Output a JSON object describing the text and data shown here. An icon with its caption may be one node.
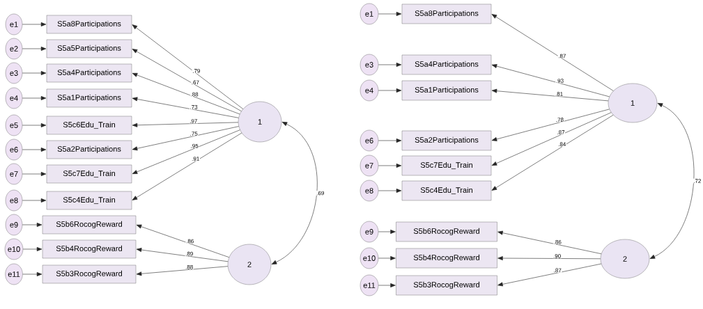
{
  "diagram": {
    "nodes": [
      {
        "text": [
          "e1"
        ]
      },
      {
        "text": [
          "e2"
        ]
      },
      {
        "text": [
          "e3"
        ]
      },
      {
        "text": [
          "e4"
        ]
      },
      {
        "text": [
          "e5"
        ]
      },
      {
        "text": [
          "e6"
        ]
      },
      {
        "text": [
          "e7"
        ]
      },
      {
        "text": [
          "e8"
        ]
      },
      {
        "text": [
          "e9"
        ]
      },
      {
        "text": [
          "e10"
        ]
      },
      {
        "text": [
          "e11"
        ]
      },
      {
        "text": [
          "S5a8Participations"
        ]
      },
      {
        "text": [
          "S5a5Participations"
        ]
      },
      {
        "text": [
          "S5a4Participations"
        ]
      },
      {
        "text": [
          "S5a1Participations"
        ]
      },
      {
        "text": [
          "S5c6Edu_Train"
        ]
      },
      {
        "text": [
          "S5a2Participations"
        ]
      },
      {
        "text": [
          "S5c7Edu_Train"
        ]
      },
      {
        "text": [
          "S5c4Edu_Train"
        ]
      },
      {
        "text": [
          "S5b6RocogReward"
        ]
      },
      {
        "text": [
          "S5b4RocogReward"
        ]
      },
      {
        "text": [
          "S5b3RocogReward"
        ]
      },
      {
        "text": [
          "1"
        ]
      },
      {
        "text": [
          "2"
        ]
      },
      {
        "text": [
          "e1"
        ]
      },
      {
        "text": [
          "e3"
        ]
      },
      {
        "text": [
          "e4"
        ]
      },
      {
        "text": [
          "e6"
        ]
      },
      {
        "text": [
          "e7"
        ]
      },
      {
        "text": [
          "e8"
        ]
      },
      {
        "text": [
          "e9"
        ]
      },
      {
        "text": [
          "e10"
        ]
      },
      {
        "text": [
          "e11"
        ]
      },
      {
        "text": [
          "S5a8Participations"
        ]
      },
      {
        "text": [
          "S5a4Participations"
        ]
      },
      {
        "text": [
          "S5a1Participations"
        ]
      },
      {
        "text": [
          "S5a2Participations"
        ]
      },
      {
        "text": [
          "S5c7Edu_Train"
        ]
      },
      {
        "text": [
          "S5c4Edu_Train"
        ]
      },
      {
        "text": [
          "S5b6RocogReward"
        ]
      },
      {
        "text": [
          "S5b4RocogReward"
        ]
      },
      {
        "text": [
          "S5b3RocogReward"
        ]
      },
      {
        "text": [
          "1"
        ]
      },
      {
        "text": [
          "2"
        ]
      }
    ],
    "edges": [
      {
        "from": 0,
        "to": 11,
        "arrow": "to"
      },
      {
        "from": 1,
        "to": 12,
        "arrow": "to"
      },
      {
        "from": 2,
        "to": 13,
        "arrow": "to"
      },
      {
        "from": 3,
        "to": 14,
        "arrow": "to"
      },
      {
        "from": 4,
        "to": 15,
        "arrow": "to"
      },
      {
        "from": 5,
        "to": 16,
        "arrow": "to"
      },
      {
        "from": 6,
        "to": 17,
        "arrow": "to"
      },
      {
        "from": 7,
        "to": 18,
        "arrow": "to"
      },
      {
        "from": 8,
        "to": 19,
        "arrow": "to"
      },
      {
        "from": 9,
        "to": 20,
        "arrow": "to"
      },
      {
        "from": 10,
        "to": 21,
        "arrow": "to"
      },
      {
        "from": 22,
        "to": 11,
        "arrow": "to",
        "label": ".79"
      },
      {
        "from": 22,
        "to": 12,
        "arrow": "to",
        "label": ".67"
      },
      {
        "from": 22,
        "to": 13,
        "arrow": "to",
        "label": ".88"
      },
      {
        "from": 22,
        "to": 14,
        "arrow": "to",
        "label": ".73"
      },
      {
        "from": 22,
        "to": 15,
        "arrow": "to",
        "label": ".97"
      },
      {
        "from": 22,
        "to": 16,
        "arrow": "to",
        "label": ".75"
      },
      {
        "from": 22,
        "to": 17,
        "arrow": "to",
        "label": ".95"
      },
      {
        "from": 22,
        "to": 18,
        "arrow": "to",
        "label": ".91"
      },
      {
        "from": 23,
        "to": 19,
        "arrow": "to",
        "label": ".86"
      },
      {
        "from": 23,
        "to": 20,
        "arrow": "to",
        "label": ".89"
      },
      {
        "from": 23,
        "to": 21,
        "arrow": "to",
        "label": ".88"
      },
      {
        "from": 22,
        "to": 23,
        "arrow": "both",
        "label": ".69"
      },
      {
        "from": 24,
        "to": 33,
        "arrow": "to"
      },
      {
        "from": 25,
        "to": 34,
        "arrow": "to"
      },
      {
        "from": 26,
        "to": 35,
        "arrow": "to"
      },
      {
        "from": 27,
        "to": 36,
        "arrow": "to"
      },
      {
        "from": 28,
        "to": 37,
        "arrow": "to"
      },
      {
        "from": 29,
        "to": 38,
        "arrow": "to"
      },
      {
        "from": 30,
        "to": 39,
        "arrow": "to"
      },
      {
        "from": 31,
        "to": 40,
        "arrow": "to"
      },
      {
        "from": 32,
        "to": 41,
        "arrow": "to"
      },
      {
        "from": 42,
        "to": 33,
        "arrow": "to",
        "label": ".87"
      },
      {
        "from": 42,
        "to": 34,
        "arrow": "to",
        "label": ".93"
      },
      {
        "from": 42,
        "to": 35,
        "arrow": "to",
        "label": ".81"
      },
      {
        "from": 42,
        "to": 36,
        "arrow": "to",
        "label": ".78"
      },
      {
        "from": 42,
        "to": 37,
        "arrow": "to",
        "label": ".87"
      },
      {
        "from": 42,
        "to": 38,
        "arrow": "to",
        "label": ".84"
      },
      {
        "from": 43,
        "to": 39,
        "arrow": "to",
        "label": ".86"
      },
      {
        "from": 43,
        "to": 40,
        "arrow": "to",
        "label": ".90"
      },
      {
        "from": 43,
        "to": 41,
        "arrow": "to",
        "label": ".87"
      },
      {
        "from": 42,
        "to": 43,
        "arrow": "both",
        "label": ".72"
      }
    ]
  }
}
